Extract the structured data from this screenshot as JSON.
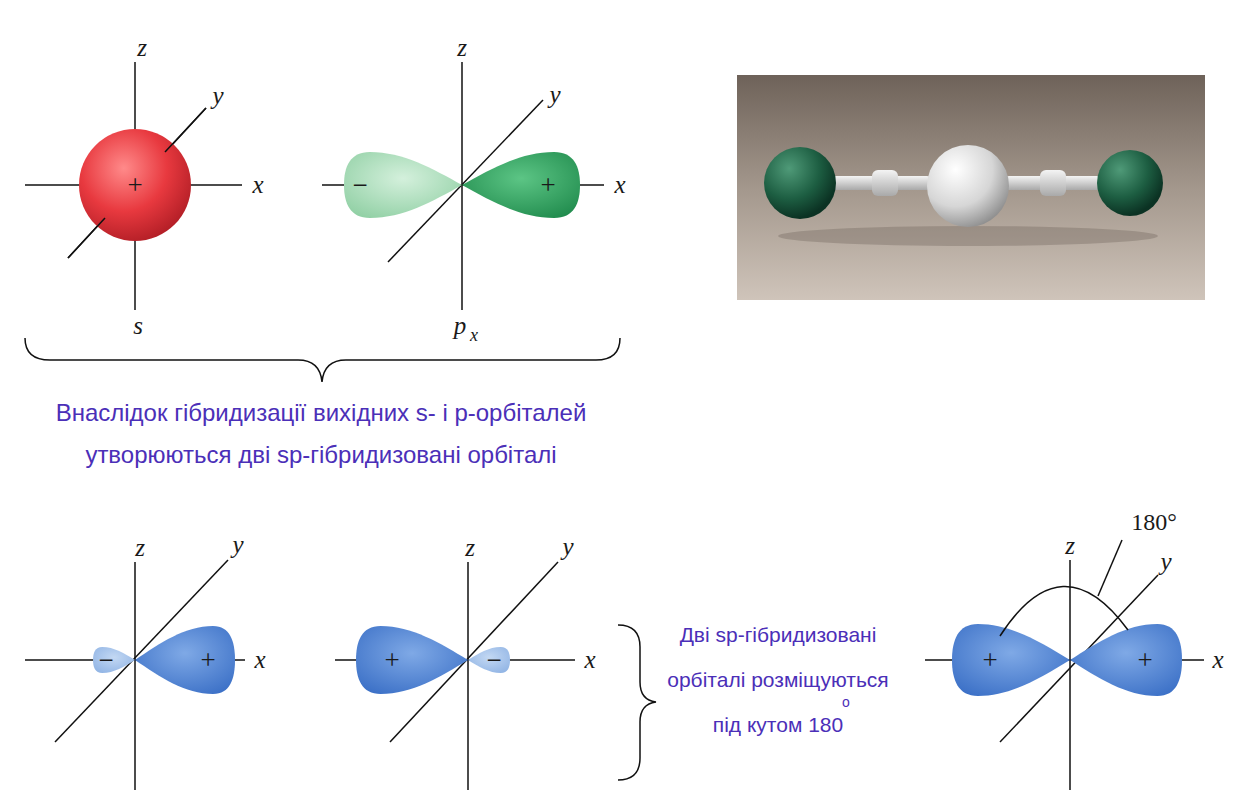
{
  "diagram": {
    "labels": [
      "z",
      "y",
      "+",
      "x",
      "s",
      "z",
      "y",
      "−",
      "+",
      "x",
      "p",
      "x",
      "Внаслідок гібридизації вихідних s- і p-орбіталей утворюються дві sp-гібридизовані орбіталі",
      "z",
      "y",
      "−",
      "+",
      "x",
      "z",
      "y",
      "+",
      "−",
      "x",
      "Дві sp-гібридизовані орбіталі розміщуються під кутом 180",
      "o",
      "z",
      "180°",
      "y",
      "+",
      "+",
      "x"
    ]
  }
}
